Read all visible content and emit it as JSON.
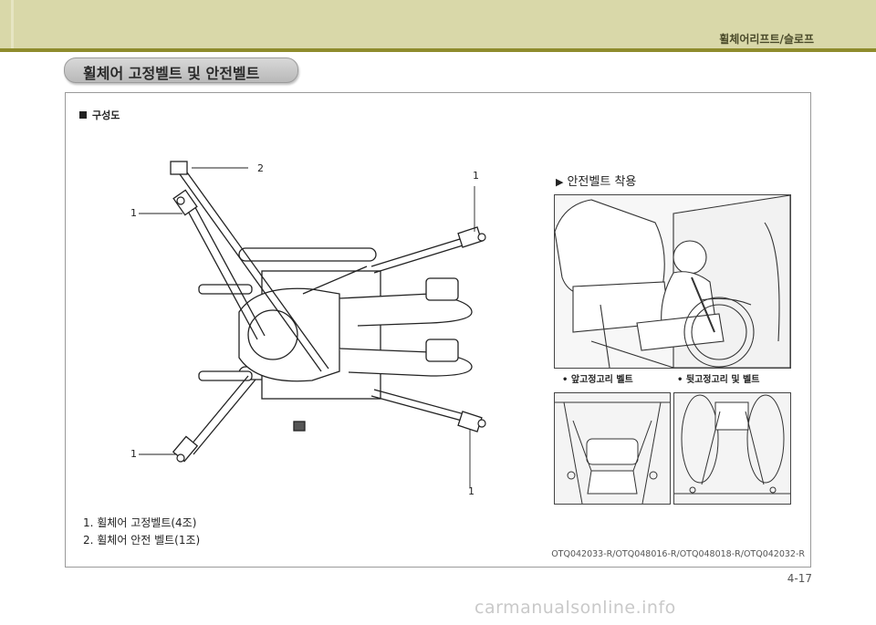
{
  "header": {
    "title": "휠체어리프트/슬로프"
  },
  "section": {
    "title": "휠체어 고정벨트 및 안전벨트"
  },
  "panel": {
    "heading": "구성도",
    "callouts": [
      "2",
      "1",
      "1",
      "1",
      "1"
    ],
    "legend": [
      "1.  휠체어 고정벨트(4조)",
      "2.  휠체어 안전 벨트(1조)"
    ],
    "codes": "OTQ042033-R/OTQ048016-R/OTQ048018-R/OTQ042032-R",
    "seatbelt_title": "안전벨트 착용",
    "bullet_front": "•  앞고정고리 벨트",
    "bullet_rear": "•  뒷고정고리 및 벨트"
  },
  "footer": {
    "page": "4-17",
    "watermark": "carmanualsonline.info"
  },
  "colors": {
    "header_band": "#d9d8a9",
    "header_line": "#8e8b2c"
  }
}
